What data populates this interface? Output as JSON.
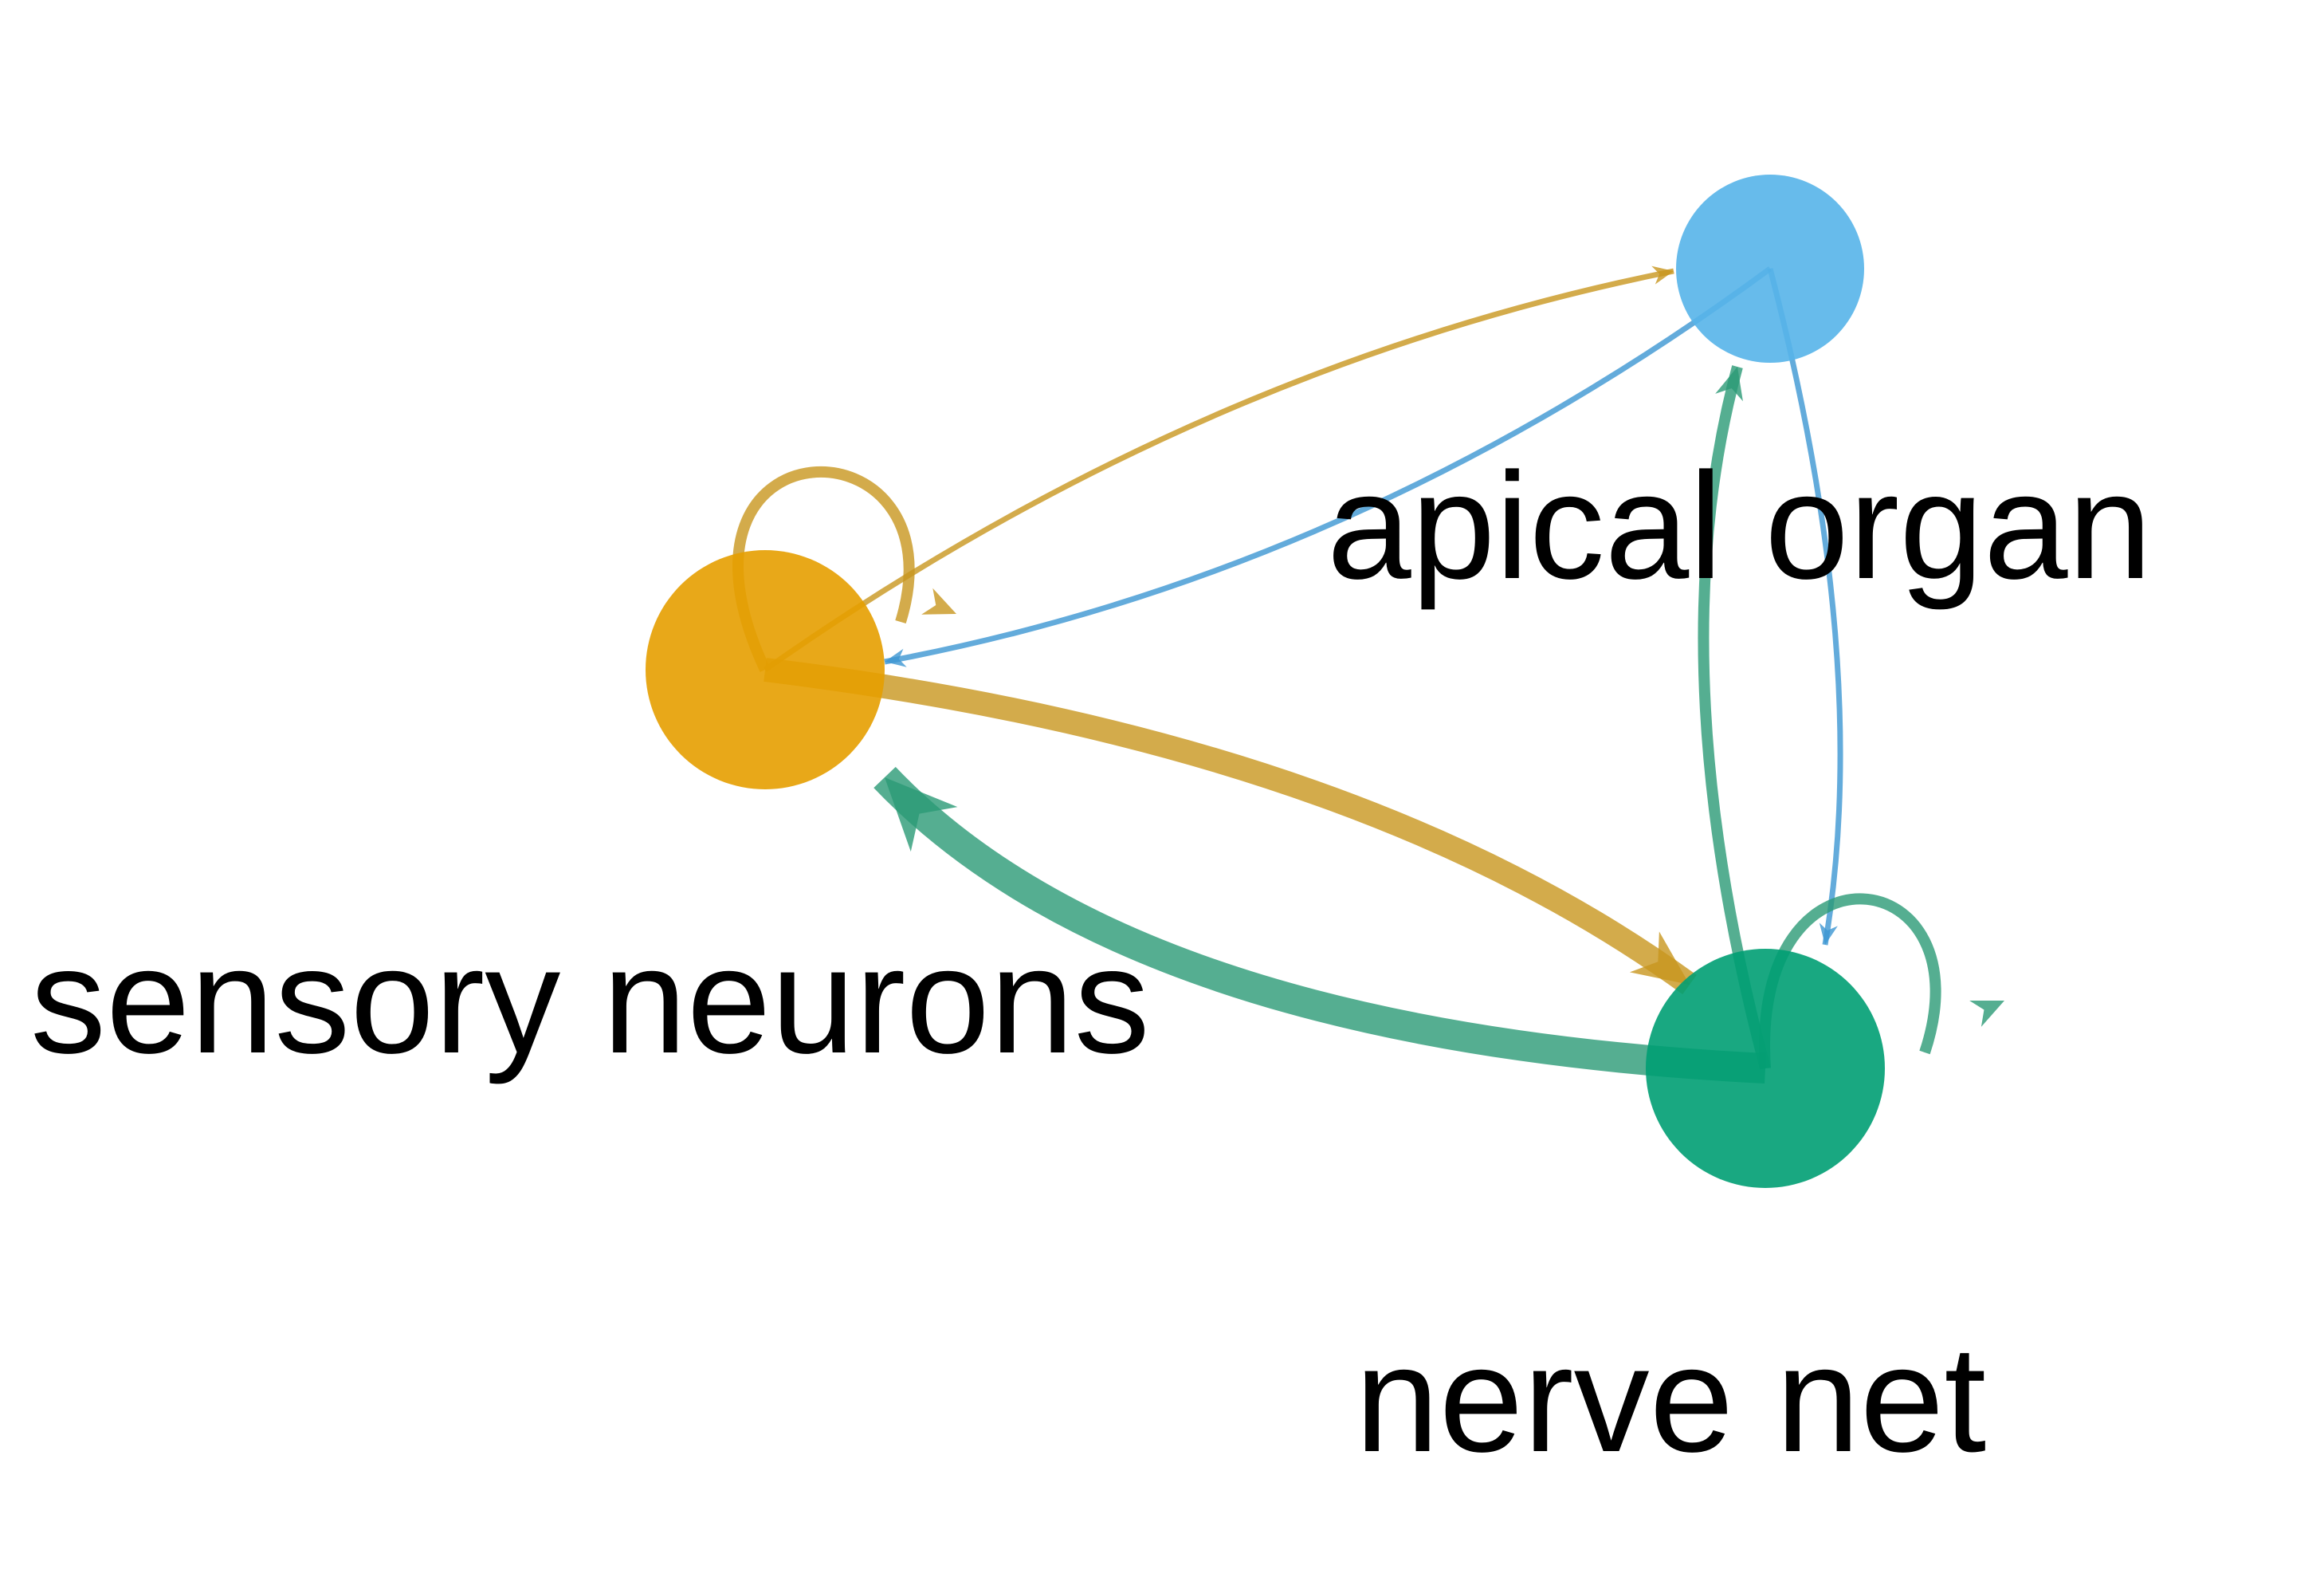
{
  "diagram": {
    "type": "directed-network",
    "nodes": [
      {
        "id": "sensory",
        "label": "sensory neurons",
        "color": "#E69F00"
      },
      {
        "id": "apical",
        "label": "apical organ",
        "color": "#56B4E9"
      },
      {
        "id": "nerve",
        "label": "nerve net",
        "color": "#009E73"
      }
    ],
    "edges": [
      {
        "from": "sensory",
        "to": "sensory",
        "weight": "medium",
        "color": "#C8961E"
      },
      {
        "from": "sensory",
        "to": "apical",
        "weight": "thin",
        "color": "#C8961E"
      },
      {
        "from": "sensory",
        "to": "nerve",
        "weight": "thick",
        "color": "#C8961E"
      },
      {
        "from": "apical",
        "to": "sensory",
        "weight": "thin",
        "color": "#3C96D2"
      },
      {
        "from": "apical",
        "to": "nerve",
        "weight": "thin",
        "color": "#3C96D2"
      },
      {
        "from": "nerve",
        "to": "apical",
        "weight": "medium",
        "color": "#2A9A76"
      },
      {
        "from": "nerve",
        "to": "sensory",
        "weight": "thickest",
        "color": "#2A9A76"
      },
      {
        "from": "nerve",
        "to": "nerve",
        "weight": "medium",
        "color": "#2A9A76"
      }
    ]
  }
}
